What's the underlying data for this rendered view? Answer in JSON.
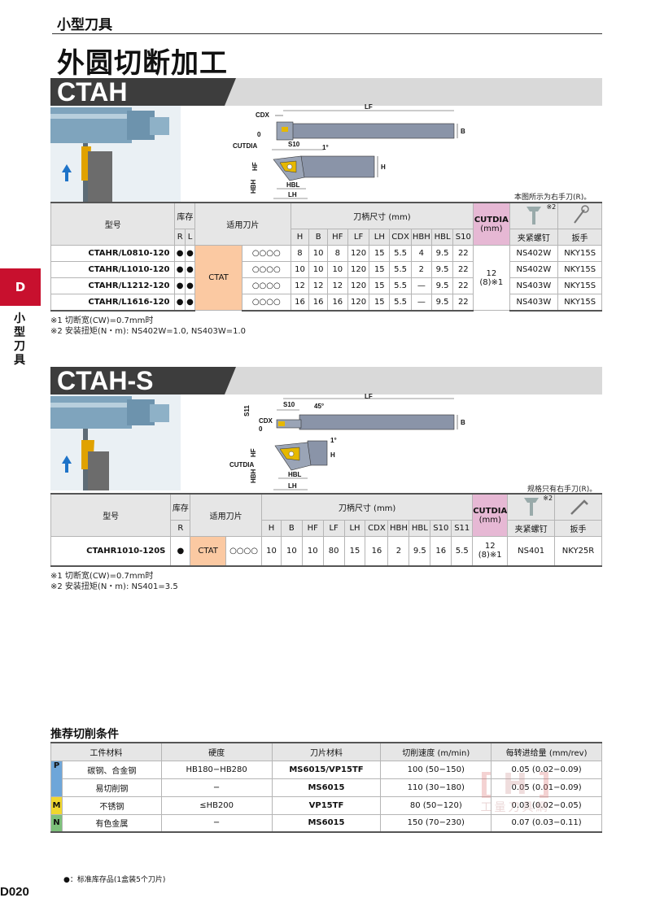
{
  "header": {
    "category": "小型刀具",
    "title": "外圆切断加工"
  },
  "side_tab": {
    "letter": "D",
    "label": "小型刀具"
  },
  "ctah": {
    "section_title": "CTAH",
    "diagram_labels": {
      "cdx": "CDX",
      "lf": "LF",
      "zero": "0",
      "b": "B",
      "cutdia": "CUTDIA",
      "s10": "S10",
      "one_deg": "1°",
      "hf": "HF",
      "h": "H",
      "hbh": "HBH",
      "hbl": "HBL",
      "lh": "LH"
    },
    "figure_note": "本图所示为右手刀(R)。",
    "table_header": {
      "model": "型号",
      "stock": "库存",
      "r": "R",
      "l": "L",
      "insert": "适用刀片",
      "shank_dims": "刀柄尺寸 (mm)",
      "cutdia": "CUTDIA",
      "cutdia_unit": "(mm)",
      "screw": "夹紧螺钉",
      "wrench": "扳手",
      "sup2": "※2"
    },
    "dim_cols": [
      "H",
      "B",
      "HF",
      "LF",
      "LH",
      "CDX",
      "HBH",
      "HBL",
      "S10"
    ],
    "insert_name": "CTAT",
    "cutdia_value": "12",
    "cutdia_sub": "(8)※1",
    "rows": [
      {
        "model": "CTAHR/L0810-120",
        "r": "●",
        "l": "●",
        "grades": "○○○○",
        "dims": [
          "8",
          "10",
          "8",
          "120",
          "15",
          "5.5",
          "4",
          "9.5",
          "22"
        ],
        "screw": "NS402W",
        "wrench": "NKY15S"
      },
      {
        "model": "CTAHR/L1010-120",
        "r": "●",
        "l": "●",
        "grades": "○○○○",
        "dims": [
          "10",
          "10",
          "10",
          "120",
          "15",
          "5.5",
          "2",
          "9.5",
          "22"
        ],
        "screw": "NS402W",
        "wrench": "NKY15S"
      },
      {
        "model": "CTAHR/L1212-120",
        "r": "●",
        "l": "●",
        "grades": "○○○○",
        "dims": [
          "12",
          "12",
          "12",
          "120",
          "15",
          "5.5",
          "—",
          "9.5",
          "22"
        ],
        "screw": "NS403W",
        "wrench": "NKY15S"
      },
      {
        "model": "CTAHR/L1616-120",
        "r": "●",
        "l": "●",
        "grades": "○○○○",
        "dims": [
          "16",
          "16",
          "16",
          "120",
          "15",
          "5.5",
          "—",
          "9.5",
          "22"
        ],
        "screw": "NS403W",
        "wrench": "NKY15S"
      }
    ],
    "notes": [
      "※1 切断宽(CW)=0.7mm时",
      "※2 安装扭矩(N・m): NS402W=1.0, NS403W=1.0"
    ]
  },
  "ctahs": {
    "section_title": "CTAH-S",
    "diagram_labels": {
      "s11": "S11",
      "s10": "S10",
      "deg45": "45°",
      "lf": "LF",
      "cdx": "CDX",
      "zero": "0",
      "b": "B",
      "one_deg": "1°",
      "hf": "HF",
      "cutdia": "CUTDIA",
      "h": "H",
      "hbh": "HBH",
      "hbl": "HBL",
      "lh": "LH"
    },
    "figure_note": "规格只有右手刀(R)。",
    "table_header": {
      "model": "型号",
      "stock": "库存",
      "r": "R",
      "insert": "适用刀片",
      "shank_dims": "刀柄尺寸 (mm)",
      "cutdia": "CUTDIA",
      "cutdia_unit": "(mm)",
      "screw": "夹紧螺钉",
      "wrench": "扳手",
      "sup2": "※2"
    },
    "dim_cols": [
      "H",
      "B",
      "HF",
      "LF",
      "LH",
      "CDX",
      "HBH",
      "HBL",
      "S10",
      "S11"
    ],
    "row": {
      "model": "CTAHR1010-120S",
      "r": "●",
      "insert": "CTAT",
      "grades": "○○○○",
      "dims": [
        "10",
        "10",
        "10",
        "80",
        "15",
        "16",
        "2",
        "9.5",
        "16",
        "5.5"
      ],
      "cutdia": "12",
      "cutdia_sub": "(8)※1",
      "screw": "NS401",
      "wrench": "NKY25R"
    },
    "notes": [
      "※1 切断宽(CW)=0.7mm时",
      "※2 安装扭矩(N・m): NS401=3.5"
    ]
  },
  "conditions": {
    "title": "推荐切削条件",
    "headers": [
      "工件材料",
      "硬度",
      "刀片材料",
      "切削速度 (m/min)",
      "每转进给量 (mm/rev)"
    ],
    "rows": [
      {
        "letter": "P",
        "material": "碳钢、合金钢",
        "hardness": "HB180−HB280",
        "grade": "MS6015/VP15TF",
        "speed": "100 (50−150)",
        "feed": "0.05 (0.02−0.09)"
      },
      {
        "letter": "",
        "material": "易切削钢",
        "hardness": "−",
        "grade": "MS6015",
        "speed": "110 (30−180)",
        "feed": "0.05 (0.01−0.09)"
      },
      {
        "letter": "M",
        "material": "不锈钢",
        "hardness": "≤HB200",
        "grade": "VP15TF",
        "speed": "80 (50−120)",
        "feed": "0.03 (0.02−0.05)"
      },
      {
        "letter": "N",
        "material": "有色金属",
        "hardness": "−",
        "grade": "MS6015",
        "speed": "150 (70−230)",
        "feed": "0.07 (0.03−0.11)"
      }
    ],
    "colors": {
      "P": "#6ea6d9",
      "M": "#f1d72e",
      "N": "#7dc07a"
    }
  },
  "watermark": {
    "text": "工量刀具網"
  },
  "footer": {
    "legend": "●：标准库存品(1盒装5个刀片)",
    "page": "D020"
  }
}
